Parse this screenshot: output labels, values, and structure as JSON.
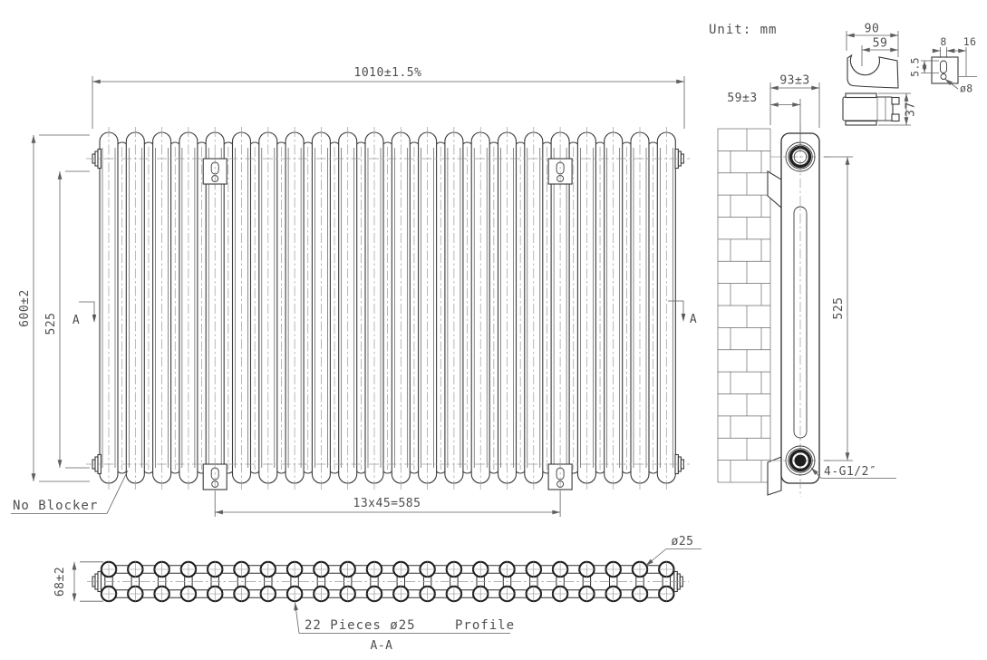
{
  "unit_label": "Unit: mm",
  "front_view": {
    "column_count": 22,
    "overall_width": "1010±1.5%",
    "overall_height": "600±2",
    "mount_height": "525",
    "bracket_spacing": "13x45=585",
    "no_blocker": "No Blocker",
    "section_marker": "A"
  },
  "side_view": {
    "depth": "93±3",
    "center_offset": "59±3",
    "mount_height": "525",
    "connection": "4-G1/2″"
  },
  "section_view": {
    "tube_count_per_row": 22,
    "depth": "68±2",
    "tube_dia": "ø25",
    "pieces": "22 Pieces ø25",
    "profile": "Profile",
    "title": "A-A"
  },
  "details": {
    "hook_width": "90",
    "hook_offset": "59",
    "clip_height": "37",
    "plate_slot_w": "8",
    "plate_w": "16",
    "plate_slot_h": "5.5",
    "plate_hole": "ø8"
  },
  "colors": {
    "line": "#3a3a3a",
    "text": "#4f4f4f",
    "centerline": "#9a9a9a"
  }
}
